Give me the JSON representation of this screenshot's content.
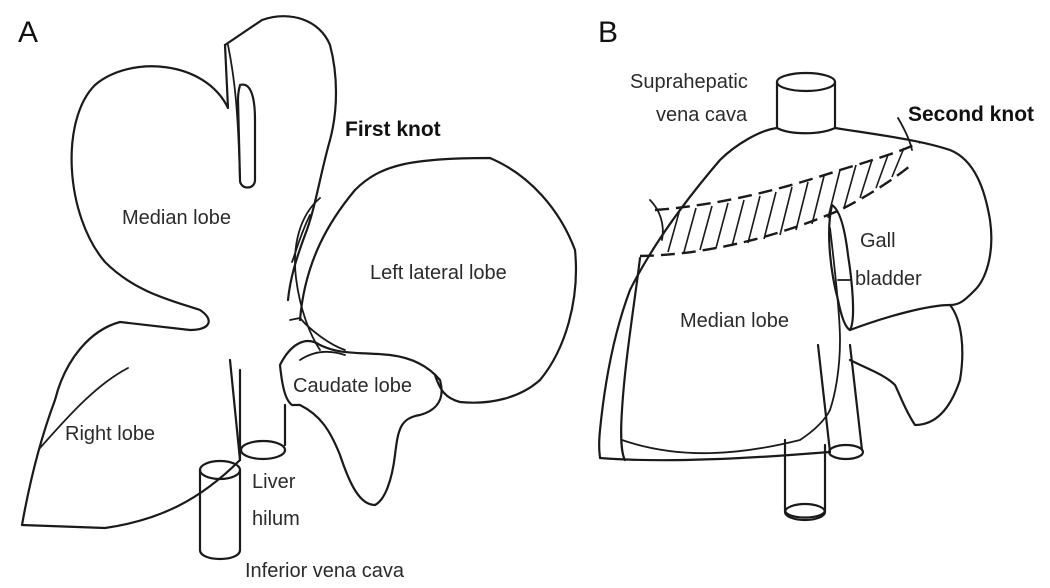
{
  "panels": [
    {
      "letter": "A",
      "labels": {
        "first_knot": "First knot",
        "median_lobe": "Median lobe",
        "left_lateral_lobe": "Left lateral lobe",
        "caudate_lobe": "Caudate lobe",
        "right_lobe": "Right lobe",
        "liver": "Liver",
        "hilum": "hilum",
        "inferior_vena_cava": "Inferior vena cava"
      }
    },
    {
      "letter": "B",
      "labels": {
        "suprahepatic": "Suprahepatic",
        "vena_cava": "vena cava",
        "second_knot": "Second knot",
        "gall": "Gall",
        "bladder": "bladder",
        "median_lobe": "Median lobe"
      }
    }
  ]
}
